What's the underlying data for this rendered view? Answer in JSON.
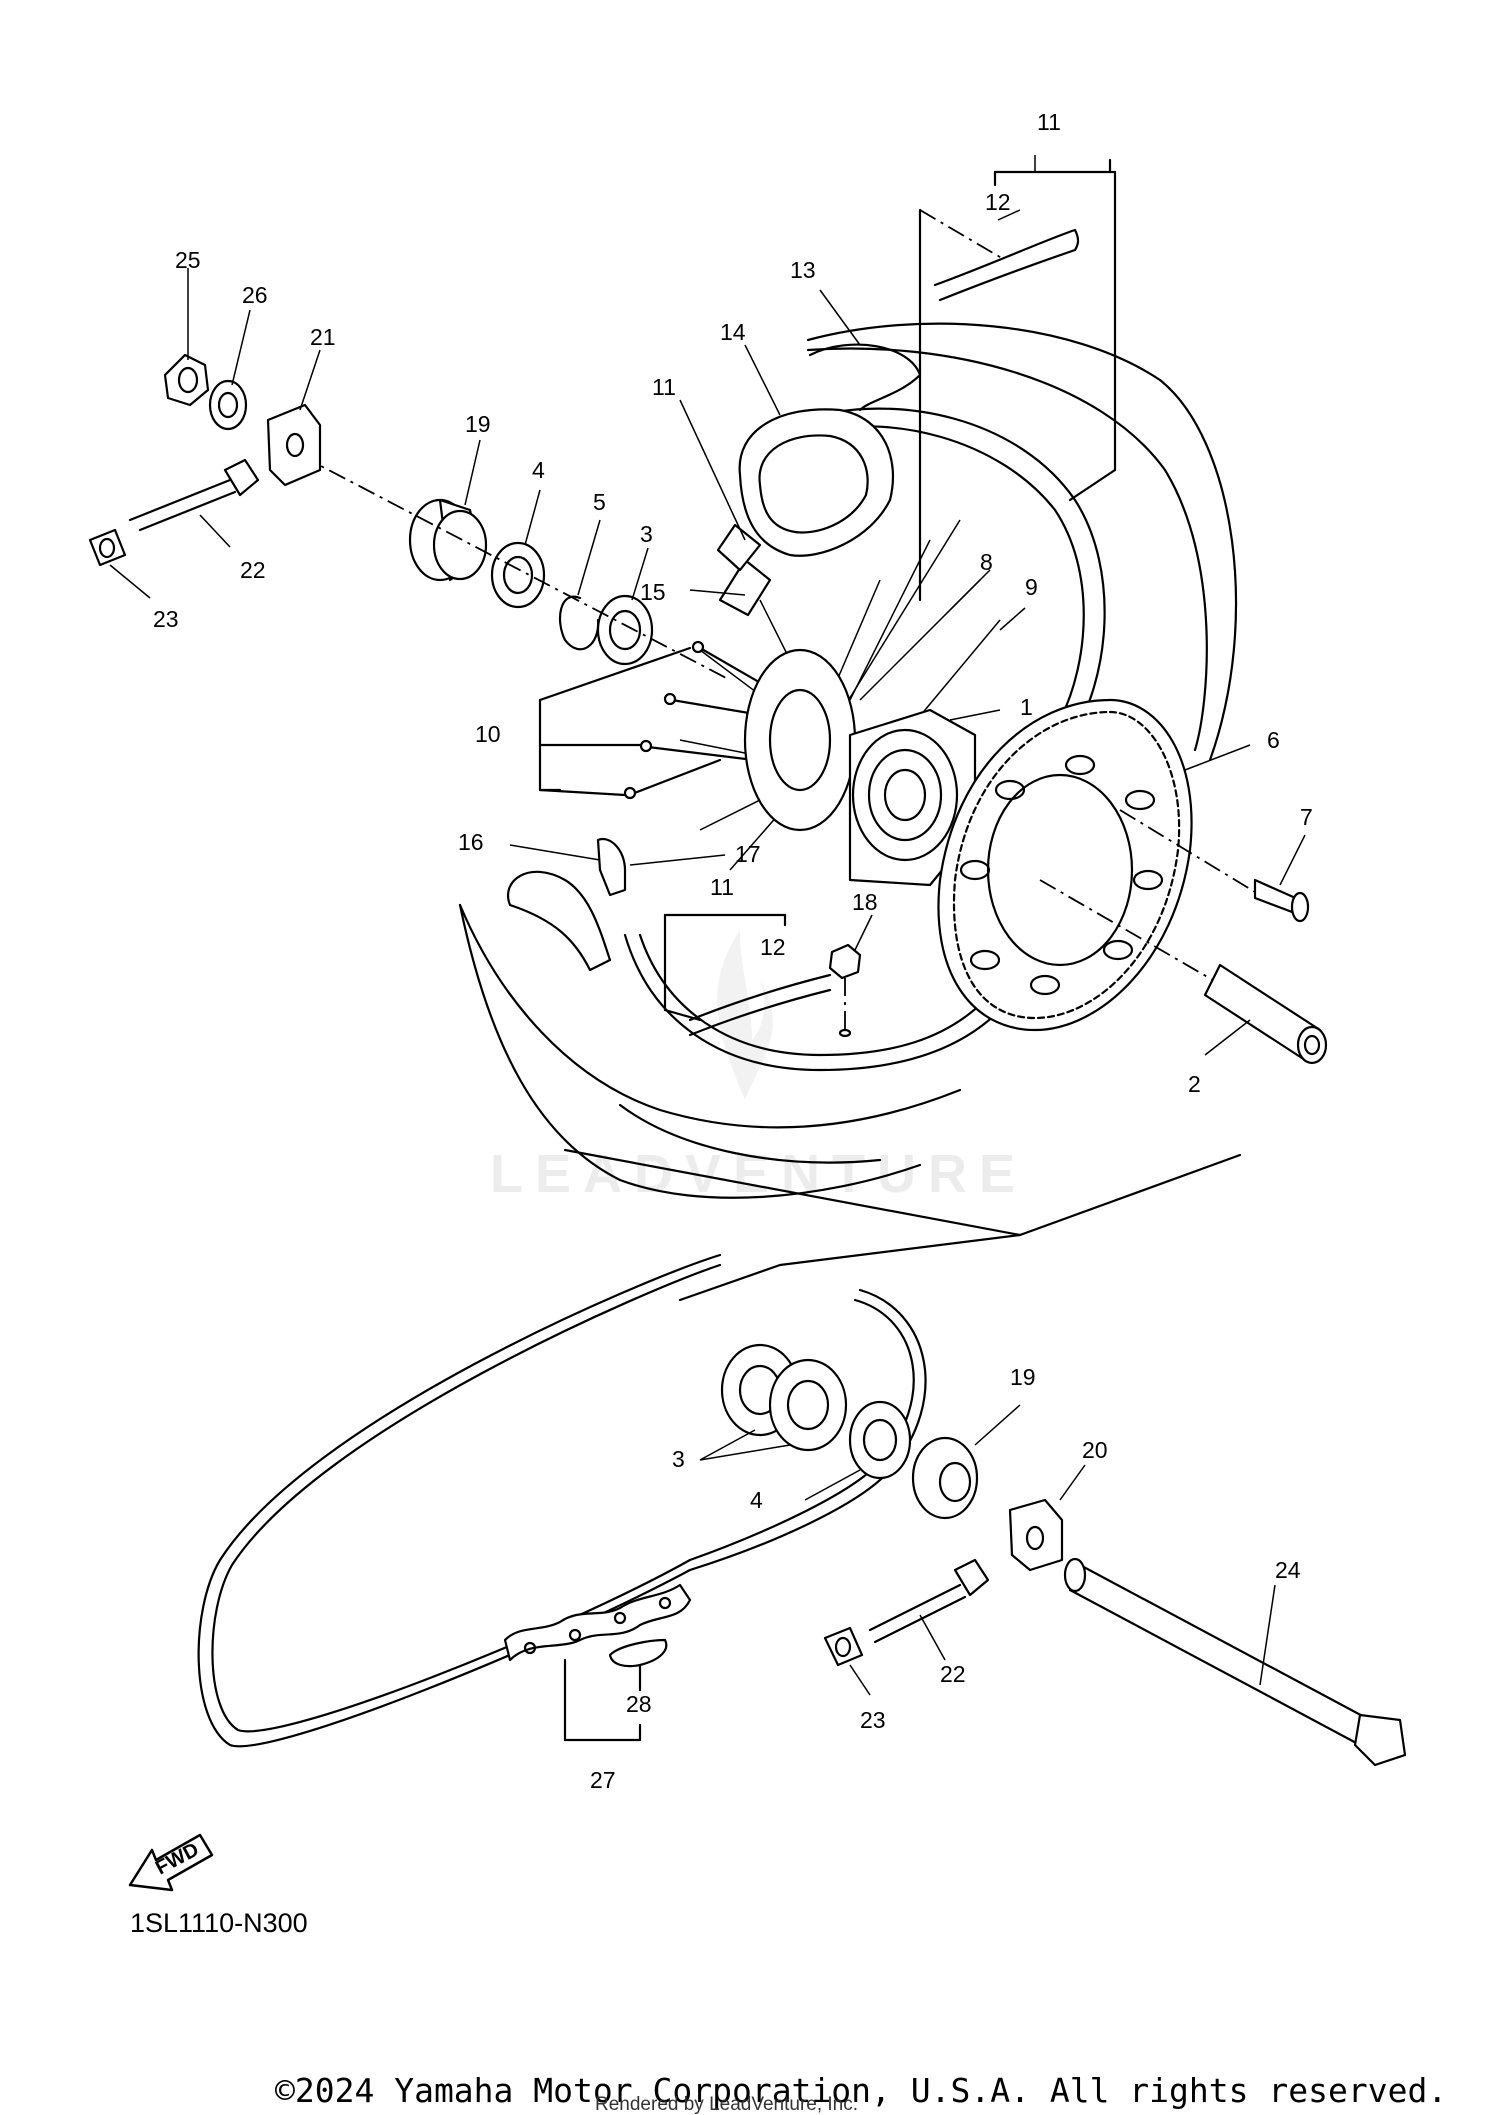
{
  "diagram": {
    "callouts": {
      "c1": "1",
      "c2": "2",
      "c3a": "3",
      "c3b": "3",
      "c4a": "4",
      "c4b": "4",
      "c5": "5",
      "c6": "6",
      "c7": "7",
      "c8": "8",
      "c9": "9",
      "c10": "10",
      "c11a": "11",
      "c11b": "11",
      "c11c": "11",
      "c12a": "12",
      "c12b": "12",
      "c13": "13",
      "c14": "14",
      "c15": "15",
      "c16": "16",
      "c17": "17",
      "c18": "18",
      "c19a": "19",
      "c19b": "19",
      "c20": "20",
      "c21": "21",
      "c22a": "22",
      "c22b": "22",
      "c23a": "23",
      "c23b": "23",
      "c24": "24",
      "c25": "25",
      "c26": "26",
      "c27": "27",
      "c28": "28"
    },
    "fwd_label": "FWD",
    "diagram_code": "1SL1110-N300"
  },
  "watermark": "LEADVENTURE",
  "footer": {
    "copyright": "©2024 Yamaha Motor Corporation, U.S.A. All rights reserved.",
    "rendered_by": "Rendered by LeadVenture, Inc."
  }
}
